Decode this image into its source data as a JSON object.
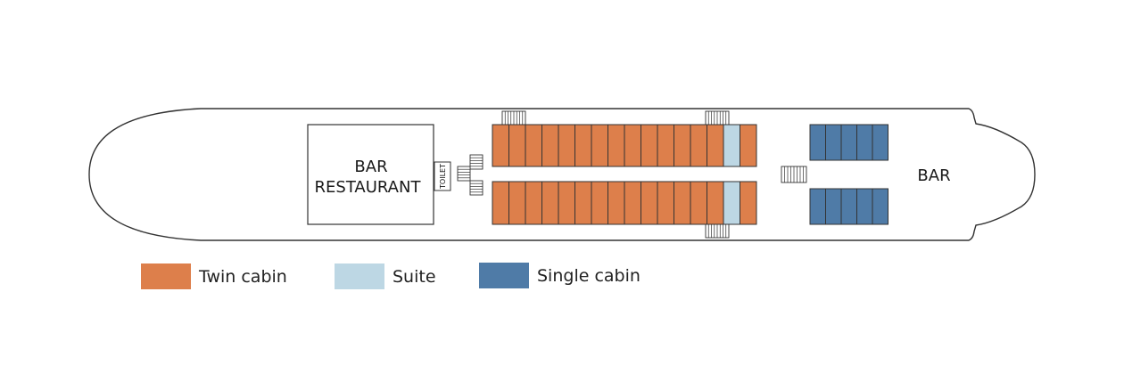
{
  "areas": {
    "bar_restaurant_line1": "BAR",
    "bar_restaurant_line2": "RESTAURANT",
    "toilet": "TOILET",
    "bar": "BAR"
  },
  "cabins": {
    "upper_row": [
      "twin",
      "twin",
      "twin",
      "twin",
      "twin",
      "twin",
      "twin",
      "twin",
      "twin",
      "twin",
      "twin",
      "twin",
      "twin",
      "twin",
      "suite",
      "twin"
    ],
    "lower_row": [
      "twin",
      "twin",
      "twin",
      "twin",
      "twin",
      "twin",
      "twin",
      "twin",
      "twin",
      "twin",
      "twin",
      "twin",
      "twin",
      "twin",
      "suite",
      "twin"
    ],
    "single_upper_count": 5,
    "single_lower_count": 5
  },
  "colors": {
    "twin": "#dd7f4b",
    "suite": "#bdd7e4",
    "single": "#4f7ba7",
    "outline": "#333333"
  },
  "legend": [
    {
      "key": "twin",
      "label": "Twin cabin"
    },
    {
      "key": "suite",
      "label": "Suite"
    },
    {
      "key": "single",
      "label": "Single cabin"
    }
  ]
}
